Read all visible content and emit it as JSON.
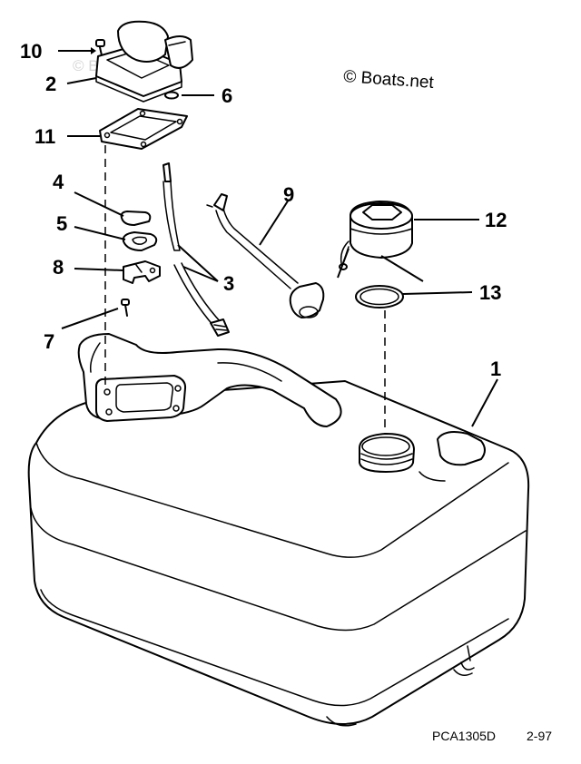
{
  "copyright_notice": "© Boats.net",
  "footer": {
    "drawing_code": "PCA1305D",
    "revision": "2-97"
  },
  "callouts": [
    "10",
    "2",
    "6",
    "11",
    "4",
    "9",
    "5",
    "12",
    "8",
    "3",
    "13",
    "7",
    "1"
  ]
}
